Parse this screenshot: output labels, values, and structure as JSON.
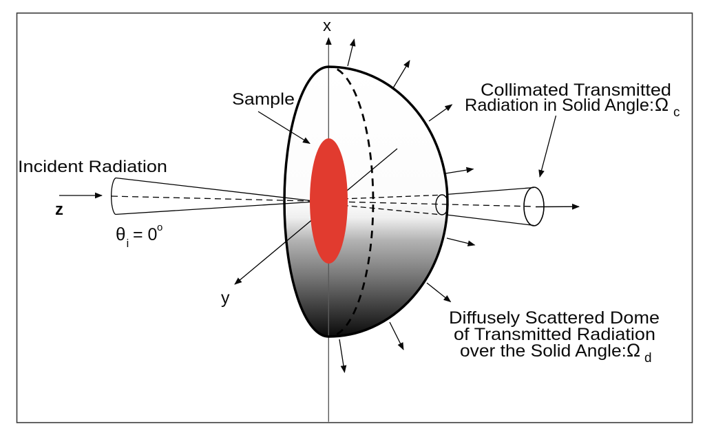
{
  "labels": {
    "incident": "Incident Radiation",
    "z": "z",
    "x": "x",
    "y": "y",
    "theta": "θ",
    "theta_sub": "i",
    "theta_eq": "= 0",
    "theta_deg": "o",
    "sample": "Sample",
    "collimated1": "Collimated Transmitted",
    "collimated2": "Radiation in Solid Angle:",
    "omega": "Ω",
    "omega_c_sub": "c",
    "omega_d_sub": "d",
    "diffuse1": "Diffusely Scattered Dome",
    "diffuse2": "of Transmitted Radiation",
    "diffuse3": "over the Solid Angle:"
  },
  "colors": {
    "sample_red": "#e13b2f",
    "ink": "#000000",
    "axis_gray": "#5a5a5a",
    "border_gray": "#3c3c3c",
    "dome_top": "#ffffff",
    "dome_bottom": "#0a0a0a"
  }
}
